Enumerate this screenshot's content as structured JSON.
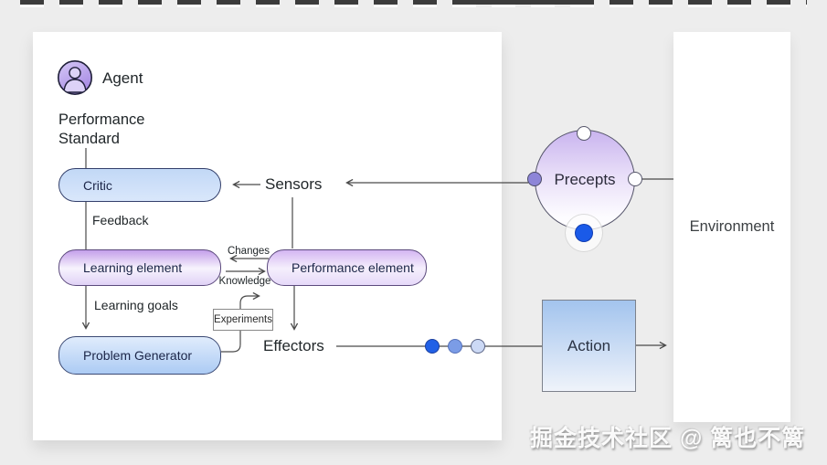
{
  "agent": {
    "label": "Agent",
    "performance_standard": "Performance Standard",
    "boxes": {
      "critic": "Critic",
      "learning_element": "Learning element",
      "performance_element": "Performance element",
      "problem_generator": "Problem Generator"
    },
    "labels": {
      "feedback": "Feedback",
      "learning_goals": "Learning goals",
      "changes": "Changes",
      "knowledge": "Knowledge",
      "experiments": "Experiments",
      "sensors": "Sensors",
      "effectors": "Effectors"
    }
  },
  "precepts": {
    "label": "Precepts"
  },
  "action": {
    "label": "Action"
  },
  "environment": {
    "label": "Environment"
  },
  "watermark": {
    "text": "掘金技术社区 @ 篱也不篱"
  },
  "colors": {
    "background": "#ededed",
    "panel": "#ffffff",
    "blue_box": "#c2d8f6",
    "purple_box": "#c49fea",
    "circle_purple": "#c9b4ef",
    "action_blue": "#a3c4ee",
    "dot_solid_blue": "#2160e6",
    "dot_medium_blue": "#7b9ce6",
    "dot_light_blue": "#ccd9f5",
    "node_purple": "#8d85d8",
    "percept_blue": "#1a5ae8",
    "line": "#4a4a4a"
  }
}
